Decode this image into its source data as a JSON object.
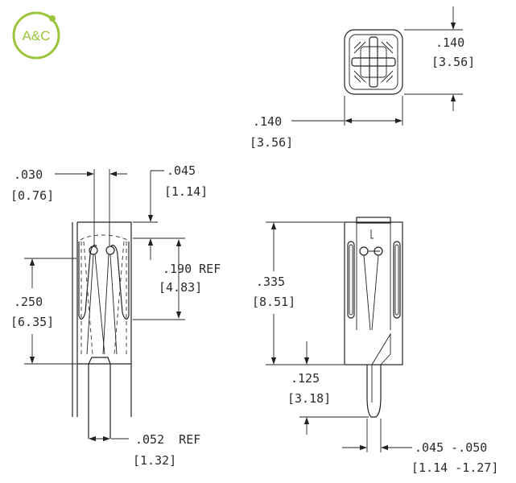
{
  "logo": {
    "text": "A&C",
    "color": "#9bc53d"
  },
  "line_color": "#222222",
  "top_view": {
    "height_in": ".140",
    "height_mm": "[3.56]",
    "width_in": ".140",
    "width_mm": "[3.56]"
  },
  "side_view": {
    "slot_in": ".030",
    "slot_mm": "[0.76]",
    "top_in": ".045",
    "top_mm": "[1.14]",
    "ref_in": ".190 REF",
    "ref_mm": "[4.83]",
    "spring_in": ".250",
    "spring_mm": "[6.35]",
    "base_in": ".052  REF",
    "base_mm": "[1.32]"
  },
  "front_view": {
    "body_in": ".335",
    "body_mm": "[8.51]",
    "tail_in": ".125",
    "tail_mm": "[3.18]",
    "tab_in": ".045 -.050",
    "tab_mm": "[1.14 -1.27]"
  }
}
